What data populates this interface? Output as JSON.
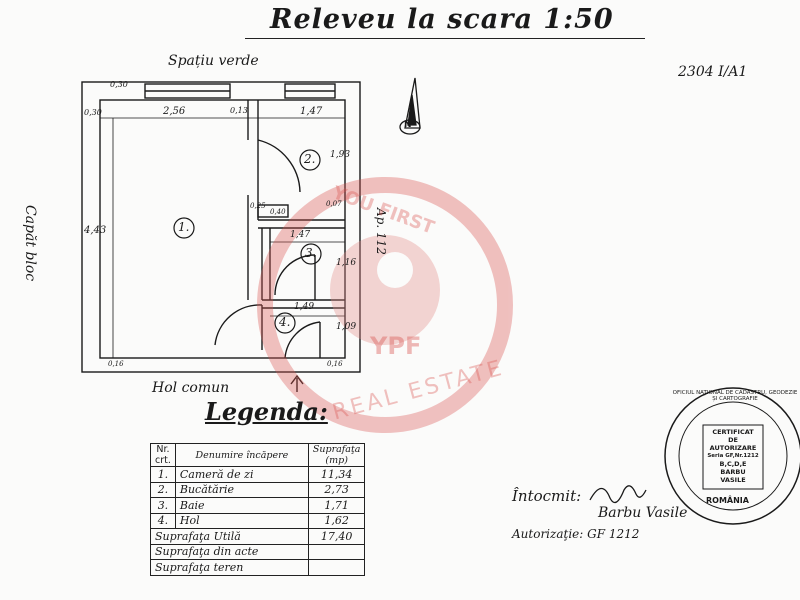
{
  "title": "Releveu la scara 1:50",
  "reference_code": "2304 I/A1",
  "plan": {
    "labels": {
      "top": "Spațiu verde",
      "left": "Capăt bloc",
      "bottom": "Hol comun",
      "right": "Ap. 112"
    },
    "dimensions": {
      "wall_left_top": "0,30",
      "wall_top": "0,30",
      "room1_width": "2,56",
      "partition": "0,13",
      "room2_width": "1,47",
      "room2_depth": "1,93",
      "room1_depth": "4,43",
      "wall_small": "0,25",
      "niche_width": "0,40",
      "niche_depth": "0,07",
      "room3_width": "1,47",
      "room3_depth": "1,16",
      "room4_width": "1,49",
      "room4_depth": "1,09",
      "wall_bottom_left": "0,16",
      "wall_bottom_right": "0,16"
    },
    "room_numbers": [
      "1.",
      "2.",
      "3.",
      "4."
    ],
    "north_label": "N"
  },
  "legend": {
    "title": "Legenda:",
    "headers": {
      "nr": "Nr. crt.",
      "name": "Denumire încăpere",
      "area": "Suprafaţa (mp)"
    },
    "rows": [
      {
        "nr": "1.",
        "name": "Cameră de zi",
        "area": "11,34"
      },
      {
        "nr": "2.",
        "name": "Bucătărie",
        "area": "2,73"
      },
      {
        "nr": "3.",
        "name": "Baie",
        "area": "1,71"
      },
      {
        "nr": "4.",
        "name": "Hol",
        "area": "1,62"
      }
    ],
    "summary": [
      {
        "label": "Suprafaţa Utilă",
        "value": "17,40"
      },
      {
        "label": "Suprafaţa din acte",
        "value": ""
      },
      {
        "label": "Suprafaţa teren",
        "value": ""
      }
    ]
  },
  "signature": {
    "prepared_by_label": "Întocmit:",
    "name": "Barbu Vasile",
    "authorization": "Autorizaţie: GF 1212"
  },
  "stamp": {
    "outer_text": "OFICIUL NAȚIONAL DE CADASTRU, GEODEZIE ȘI CARTOGRAFIE",
    "bottom_text": "ROMÂNIA",
    "lines": [
      "CERTIFICAT",
      "DE",
      "AUTORIZARE",
      "Seria GF,Nr.1212",
      "B,C,D,E",
      "BARBU",
      "VASILE"
    ]
  },
  "watermark": {
    "top_text": "YOU FIRST",
    "brand": "YPF",
    "bottom_text": "REAL ESTATE",
    "color": "#d9534f"
  }
}
